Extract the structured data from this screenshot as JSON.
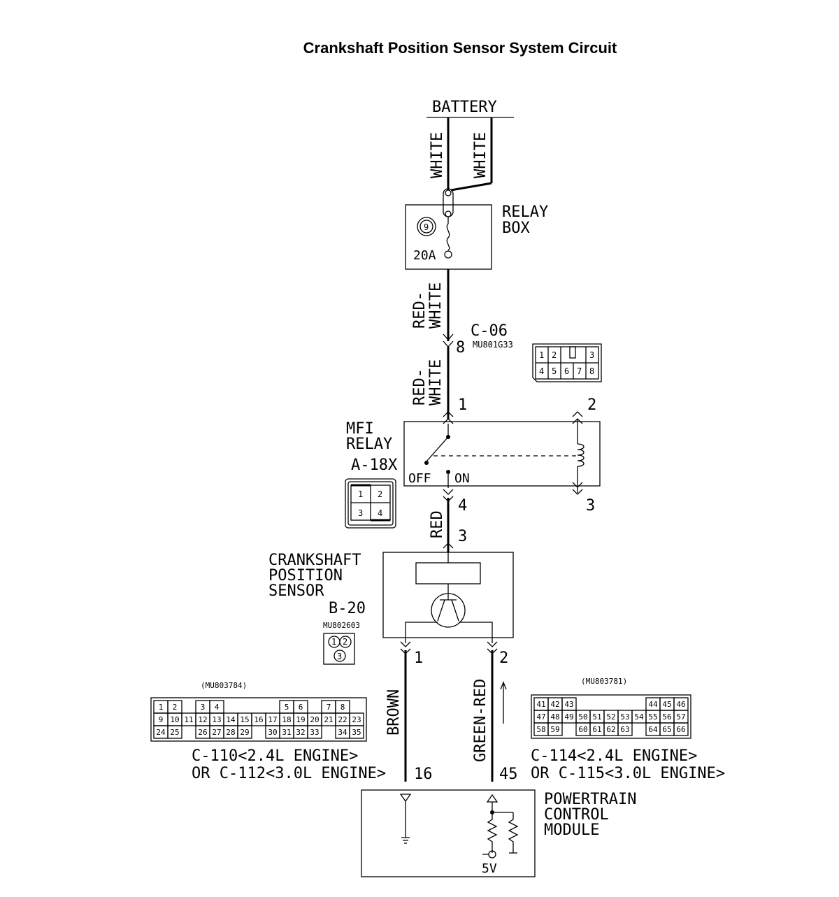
{
  "title": "Crankshaft Position Sensor System Circuit",
  "battery": {
    "label": "BATTERY",
    "wire_left": "WHITE",
    "wire_right": "WHITE"
  },
  "relay_box": {
    "label_1": "RELAY",
    "label_2": "BOX",
    "fuse_number": "9",
    "fuse_rating": "20A"
  },
  "wire_relaybox_c06": "RED-\nWHITE",
  "c06": {
    "name": "C-06",
    "part": "MU801G33",
    "pin_upper": "8",
    "wire": "RED-\nWHITE",
    "pins_top": [
      "1",
      "2",
      "",
      "3"
    ],
    "pins_bottom": [
      "4",
      "5",
      "6",
      "7",
      "8"
    ]
  },
  "mfi_relay": {
    "label_1": "MFI",
    "label_2": "RELAY",
    "connector": "A-18X",
    "pin_1": "1",
    "pin_2": "2",
    "pin_3": "3",
    "pin_4": "4",
    "off_label": "OFF",
    "on_label": "ON",
    "conn_pins": [
      "1",
      "2",
      "3",
      "4"
    ]
  },
  "wire_red": "RED",
  "sensor": {
    "label_1": "CRANKSHAFT",
    "label_2": "POSITION",
    "label_3": "SENSOR",
    "connector": "B-20",
    "part": "MU802603",
    "pin_3": "3",
    "pin_1": "1",
    "pin_2": "2",
    "conn_pins": [
      "1",
      "2",
      "3"
    ]
  },
  "wire_brown": "BROWN",
  "wire_green_red": "GREEN-RED",
  "left_connector": {
    "part": "(MU803784)",
    "rows": [
      [
        "1",
        "2",
        "",
        "3",
        "4",
        "",
        "",
        "",
        "",
        "5",
        "6",
        "",
        "7",
        "8"
      ],
      [
        "9",
        "10",
        "11",
        "12",
        "13",
        "14",
        "15",
        "16",
        "17",
        "18",
        "19",
        "20",
        "21",
        "22",
        "23"
      ],
      [
        "24",
        "25",
        "",
        "26",
        "27",
        "28",
        "29",
        "",
        "30",
        "31",
        "32",
        "33",
        "",
        "34",
        "35"
      ]
    ],
    "label_1": "C-110<2.4L ENGINE>",
    "label_2": "OR C-112<3.0L ENGINE>",
    "pin": "16"
  },
  "right_connector": {
    "part": "(MU803781)",
    "rows": [
      [
        "41",
        "42",
        "43",
        "",
        "",
        "",
        "",
        "",
        "44",
        "45",
        "46"
      ],
      [
        "47",
        "48",
        "49",
        "50",
        "51",
        "52",
        "53",
        "54",
        "55",
        "56",
        "57"
      ],
      [
        "58",
        "59",
        "",
        "60",
        "61",
        "62",
        "63",
        "",
        "64",
        "65",
        "66"
      ]
    ],
    "label_1": "C-114<2.4L ENGINE>",
    "label_2": "OR C-115<3.0L ENGINE>",
    "pin": "45"
  },
  "pcm": {
    "label_1": "POWERTRAIN",
    "label_2": "CONTROL",
    "label_3": "MODULE",
    "voltage": "5V"
  }
}
